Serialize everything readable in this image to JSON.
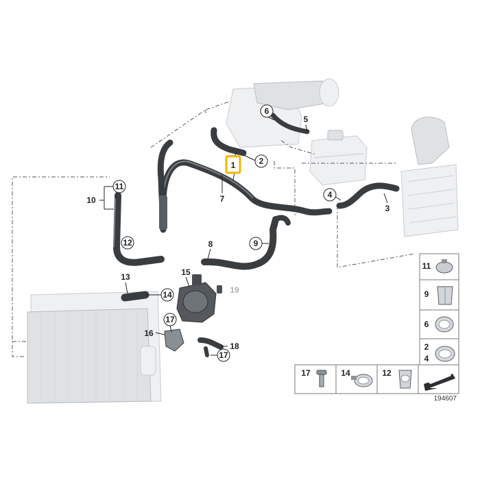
{
  "callouts": {
    "c1": "1",
    "c2": "2",
    "c3": "3",
    "c4": "4",
    "c5": "5",
    "c6": "6",
    "c7": "7",
    "c8": "8",
    "c9": "9",
    "c10": "10",
    "c11": "11",
    "c12": "12",
    "c13": "13",
    "c14": "14",
    "c15": "15",
    "c16": "16",
    "c17a": "17",
    "c17b": "17",
    "c18": "18",
    "c19": "19"
  },
  "legend": {
    "side": [
      "11",
      "9",
      "6",
      "2",
      "4"
    ],
    "bottom": [
      "17",
      "14",
      "12"
    ]
  },
  "diagram_number": "194607",
  "colors": {
    "highlight": "#f2b600",
    "hose": "#3a3d40",
    "faded_label": "#b0b0b0"
  }
}
